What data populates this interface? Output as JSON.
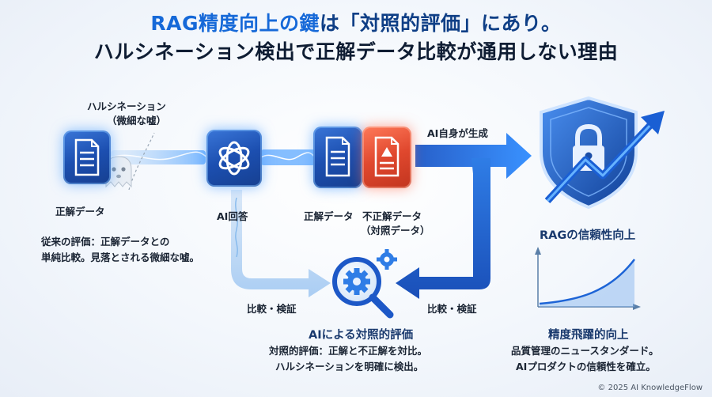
{
  "header": {
    "title_line1_accent": "RAG精度向上の鍵",
    "title_line1_rest": "は「対照的評価」にあり。",
    "title_line2": "ハルシネーション検出で正解データ比較が通用しない理由"
  },
  "left": {
    "hallucination_label_line1": "ハルシネーション",
    "hallucination_label_line2": "（微細な嘘）",
    "doc_label": "正解データ",
    "desc_line1": "従来の評価：正解データとの",
    "desc_line2": "単純比較。見落とされる微細な嘘。"
  },
  "center": {
    "ai_label": "AI回答",
    "correct_label": "正解データ",
    "incorrect_label_line1": "不正解データ",
    "incorrect_label_line2": "（対照データ）",
    "ai_generated_label": "AI自身が生成",
    "compare_left": "比較・検証",
    "compare_right": "比較・検証",
    "eval_title": "AIによる対照的評価",
    "eval_desc_line1": "対照的評価：正解と不正解を対比。",
    "eval_desc_line2": "ハルシネーションを明確に検出。"
  },
  "right": {
    "reliability_title": "RAGの信頼性向上",
    "accuracy_title": "精度飛躍的向上",
    "accuracy_desc_line1": "品質管理のニュースタンダード。",
    "accuracy_desc_line2": "AIプロダクトの信頼性を確立。"
  },
  "footer": {
    "copyright": "© 2025 AI KnowledgeFlow"
  },
  "colors": {
    "accent_blue": "#1669d8",
    "dark_navy": "#0f1d33",
    "alert_red": "#e0482e"
  },
  "icons": [
    "document-icon",
    "ghost-icon",
    "ai-knot-icon",
    "alert-document-icon",
    "gear-magnifier-icon",
    "shield-lock-icon",
    "trend-arrow-icon",
    "growth-chart-icon"
  ]
}
